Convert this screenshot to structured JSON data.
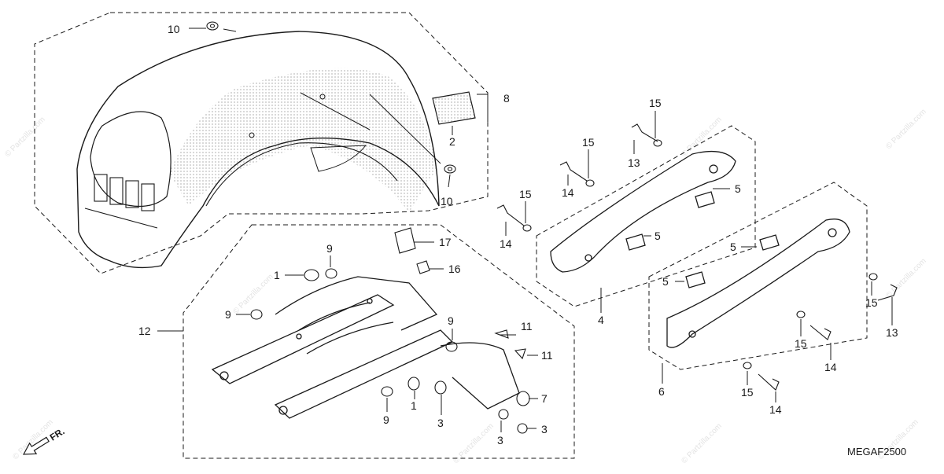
{
  "diagram": {
    "code": "MEGAF2500",
    "watermark": "© Partzilla.com",
    "front_marker": "FR.",
    "callouts": [
      "10",
      "10",
      "8",
      "2",
      "17",
      "16",
      "9",
      "1",
      "9",
      "12",
      "9",
      "11",
      "11",
      "7",
      "9",
      "1",
      "3",
      "3",
      "3",
      "15",
      "13",
      "15",
      "14",
      "15",
      "14",
      "5",
      "5",
      "4",
      "5",
      "5",
      "15",
      "13",
      "15",
      "14",
      "15",
      "14",
      "6"
    ]
  },
  "colors": {
    "line": "#1a1a1a",
    "stripe": "#c8c8c8",
    "background": "#ffffff"
  }
}
